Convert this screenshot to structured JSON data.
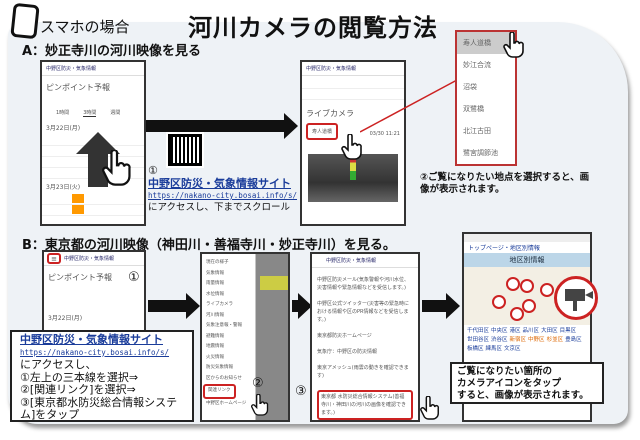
{
  "header": {
    "subtitle": "スマホの場合",
    "title": "河川カメラの閲覧方法"
  },
  "section_a": {
    "heading": "A：妙正寺川の河川映像を見る",
    "screen1": {
      "site_name": "中野区防災・気象情報",
      "page_title": "ピンポイント予報",
      "date1": "3月22日(月)",
      "date2": "3月23日(火)",
      "tabs": [
        "1時間",
        "3時間",
        "週間"
      ]
    },
    "step1": {
      "marker": "①",
      "site_link": "中野区防災・気象情報サイト",
      "url": "https://nakano-city.bosai.info/s/",
      "instruction": "にアクセスし、下までスクロール"
    },
    "screen2": {
      "site_name": "中野区防災・気象情報",
      "section": "ライブカメラ",
      "selected_point": "寿人道橋",
      "timestamp": "03/30 11:21"
    },
    "dropdown_options": [
      "寿人道橋",
      "妙江合流",
      "沼袋",
      "双鷺橋",
      "北江古田",
      "鷺宮調節池"
    ],
    "step2": "②ご覧になりたい地点を選択すると、画像が表示されます。"
  },
  "section_b": {
    "heading": "B：東京都の河川映像（神田川・善福寺川・妙正寺川）を見る。",
    "screen1": {
      "site_name": "中野区防災・気象情報",
      "page_title": "ピンポイント予報",
      "date1": "3月22日(月)",
      "marker": "①"
    },
    "instructions": {
      "site_link": "中野区防災・気象情報サイト",
      "url": "https://nakano-city.bosai.info/s/",
      "lines": [
        "にアクセスし、",
        "①左上の三本線を選択⇒",
        "②[関連リンク]を選択⇒",
        "③[東京都水防災総合情報システム]をタップ"
      ]
    },
    "menu_items": [
      "現在の様子",
      "気象情報",
      "雨量情報",
      "水位情報",
      "ライブカメラ",
      "河川情報",
      "気象注意報・警報",
      "避難情報",
      "地震情報",
      "火災情報",
      "防災気象情報",
      "区からのお知らせ",
      "関連リンク",
      "中野区ホームページ"
    ],
    "menu_marker": "②",
    "screen3_items": [
      "中野区防災メール(気象警報や河川水位、災害情報や緊急情報などを受信します。)",
      "中野区公式ツイッター(災害等の緊急時における情報や区のPR情報などを受信します。)",
      "東京都防災ホームページ",
      "気象庁：中野区の防災情報",
      "東京アメッシュ(雨雲の動きを確認できます)",
      "東京都 水防災総合情報システム(善福寺川・神田川の河川の画像を確認できます。)"
    ],
    "screen3_marker": "③",
    "map_screen": {
      "breadcrumb": "トップページ・地区別情報",
      "title": "地区別情報",
      "wards": [
        "千代田区",
        "中央区",
        "港区",
        "品川区",
        "大田区",
        "目黒区",
        "世田谷区",
        "渋谷区",
        "新宿区",
        "中野区",
        "杉並区",
        "豊島区",
        "板橋区",
        "練馬区",
        "文京区"
      ]
    },
    "step_final": [
      "ご覧になりたい箇所の",
      "カメラアイコンをタップ",
      "すると、画像が表示されます。"
    ]
  },
  "colors": {
    "accent_red": "#cc2222",
    "link_blue": "#1a3c9a",
    "panel_bg": "#eef2f6"
  }
}
